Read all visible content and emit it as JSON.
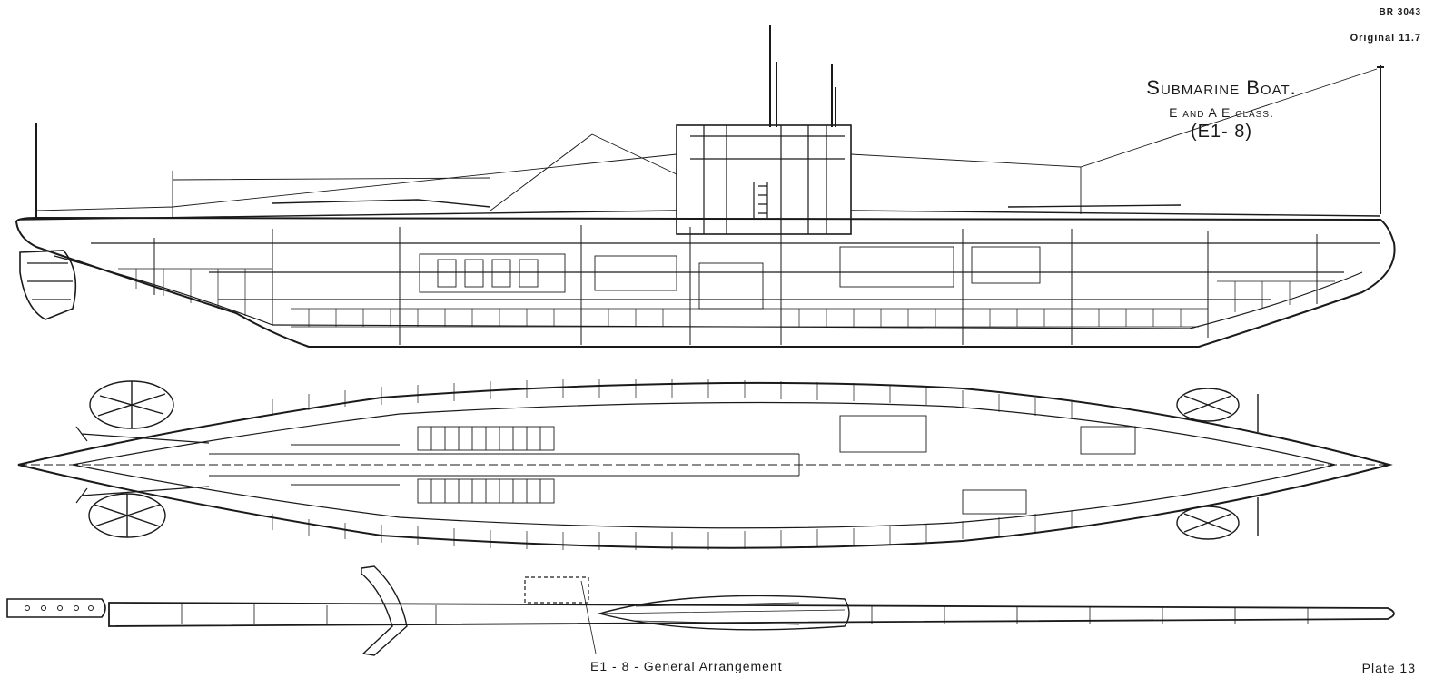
{
  "document": {
    "reference": "BR 3043",
    "status": "Original 11.7",
    "title": "Submarine Boat.",
    "subtitle": "E and A E class.",
    "designation": "(E1- 8)",
    "caption": "E1 - 8 -  General Arrangement",
    "plate": "Plate 13"
  },
  "drawing": {
    "line_color": "#1a1a1a",
    "views": [
      "profile-elevation-view",
      "plan-view",
      "deck-plan-view"
    ]
  }
}
